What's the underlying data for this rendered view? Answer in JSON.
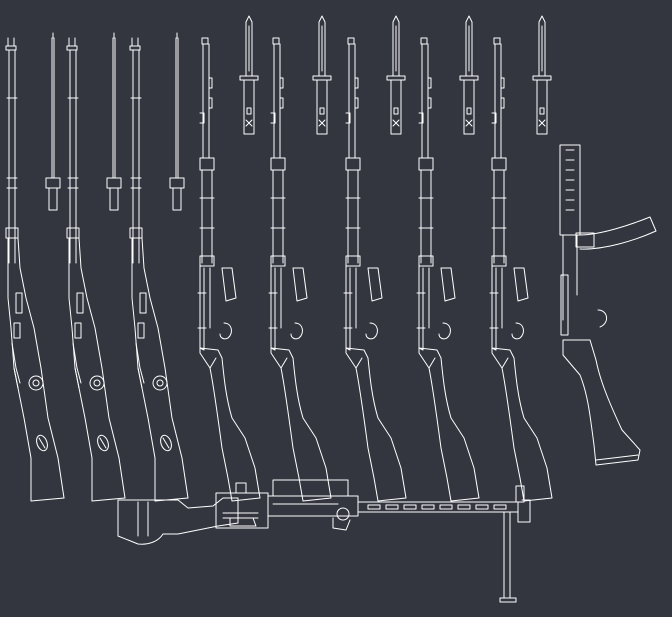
{
  "drawing": {
    "background_color": "#33363f",
    "line_color": "#ffffff",
    "rifles_with_bayonets": 3,
    "carbines": 5,
    "bayonets_standalone": 5,
    "submachine_guns": 1,
    "machine_guns": 1
  }
}
